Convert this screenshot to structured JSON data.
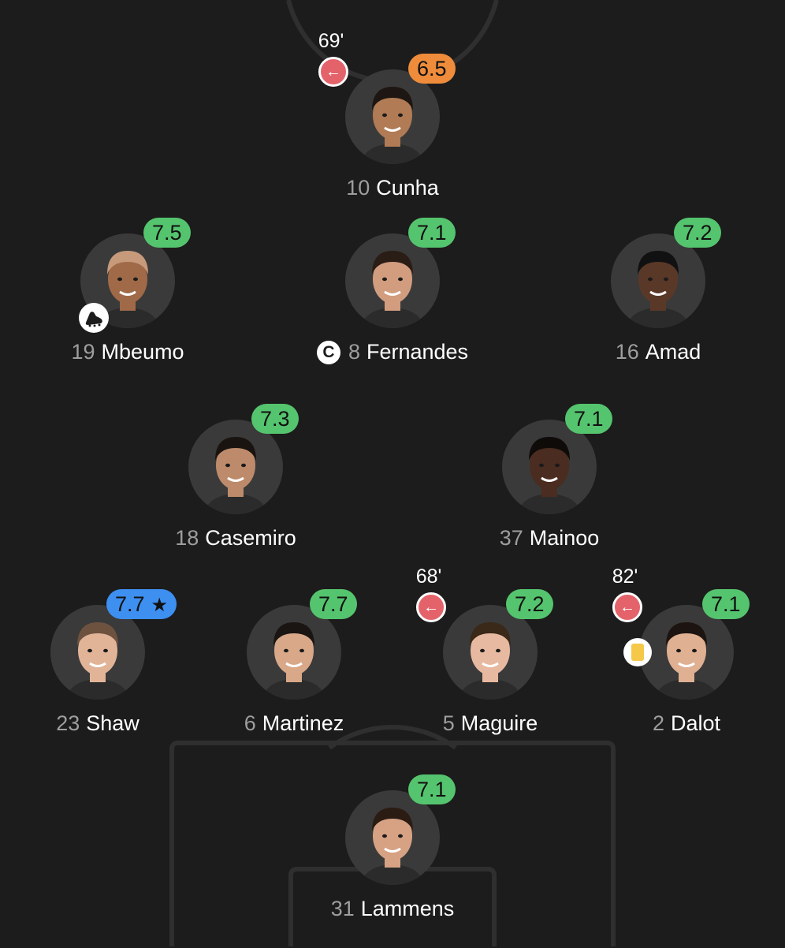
{
  "colors": {
    "background": "#1c1c1c",
    "pitch_lines": "#2f2f2f",
    "rating_green": "#55c46e",
    "rating_orange": "#ee8c3c",
    "rating_blue": "#3d8ff0",
    "sub_red": "#e4636a",
    "yellow_card": "#f5c84a"
  },
  "players": [
    {
      "id": "cunha",
      "number": "10",
      "name": "Cunha",
      "rating": "6.5",
      "rating_color": "orange",
      "sub_time": "69'",
      "subbed_off": true,
      "skin": "#b07b55",
      "hair": "#1d1612"
    },
    {
      "id": "mbeumo",
      "number": "19",
      "name": "Mbeumo",
      "rating": "7.5",
      "rating_color": "green",
      "goal_icon": "boot-icon",
      "skin": "#a06a48",
      "hair": "#c79a7c"
    },
    {
      "id": "fernandes",
      "number": "8",
      "name": "Fernandes",
      "rating": "7.1",
      "rating_color": "green",
      "captain": true,
      "captain_label": "C",
      "skin": "#d29d7f",
      "hair": "#2a1d16"
    },
    {
      "id": "amad",
      "number": "16",
      "name": "Amad",
      "rating": "7.2",
      "rating_color": "green",
      "skin": "#5a3828",
      "hair": "#111111"
    },
    {
      "id": "casemiro",
      "number": "18",
      "name": "Casemiro",
      "rating": "7.3",
      "rating_color": "green",
      "skin": "#bd8b6b",
      "hair": "#1a1410"
    },
    {
      "id": "mainoo",
      "number": "37",
      "name": "Mainoo",
      "rating": "7.1",
      "rating_color": "green",
      "skin": "#4a2c20",
      "hair": "#0f0b09"
    },
    {
      "id": "shaw",
      "number": "23",
      "name": "Shaw",
      "rating": "7.7",
      "rating_color": "blue",
      "star": "★",
      "skin": "#e1b498",
      "hair": "#6e5240"
    },
    {
      "id": "martinez",
      "number": "6",
      "name": "Martinez",
      "rating": "7.7",
      "rating_color": "green",
      "skin": "#d8a888",
      "hair": "#1a1512"
    },
    {
      "id": "maguire",
      "number": "5",
      "name": "Maguire",
      "rating": "7.2",
      "rating_color": "green",
      "sub_time": "68'",
      "subbed_off": true,
      "skin": "#e7b9a0",
      "hair": "#3a2818"
    },
    {
      "id": "dalot",
      "number": "2",
      "name": "Dalot",
      "rating": "7.1",
      "rating_color": "green",
      "sub_time": "82'",
      "subbed_off": true,
      "yellow_card": true,
      "skin": "#dfb091",
      "hair": "#1c1410"
    },
    {
      "id": "lammens",
      "number": "31",
      "name": "Lammens",
      "rating": "7.1",
      "rating_color": "green",
      "skin": "#d6a283",
      "hair": "#2b1c13"
    }
  ]
}
